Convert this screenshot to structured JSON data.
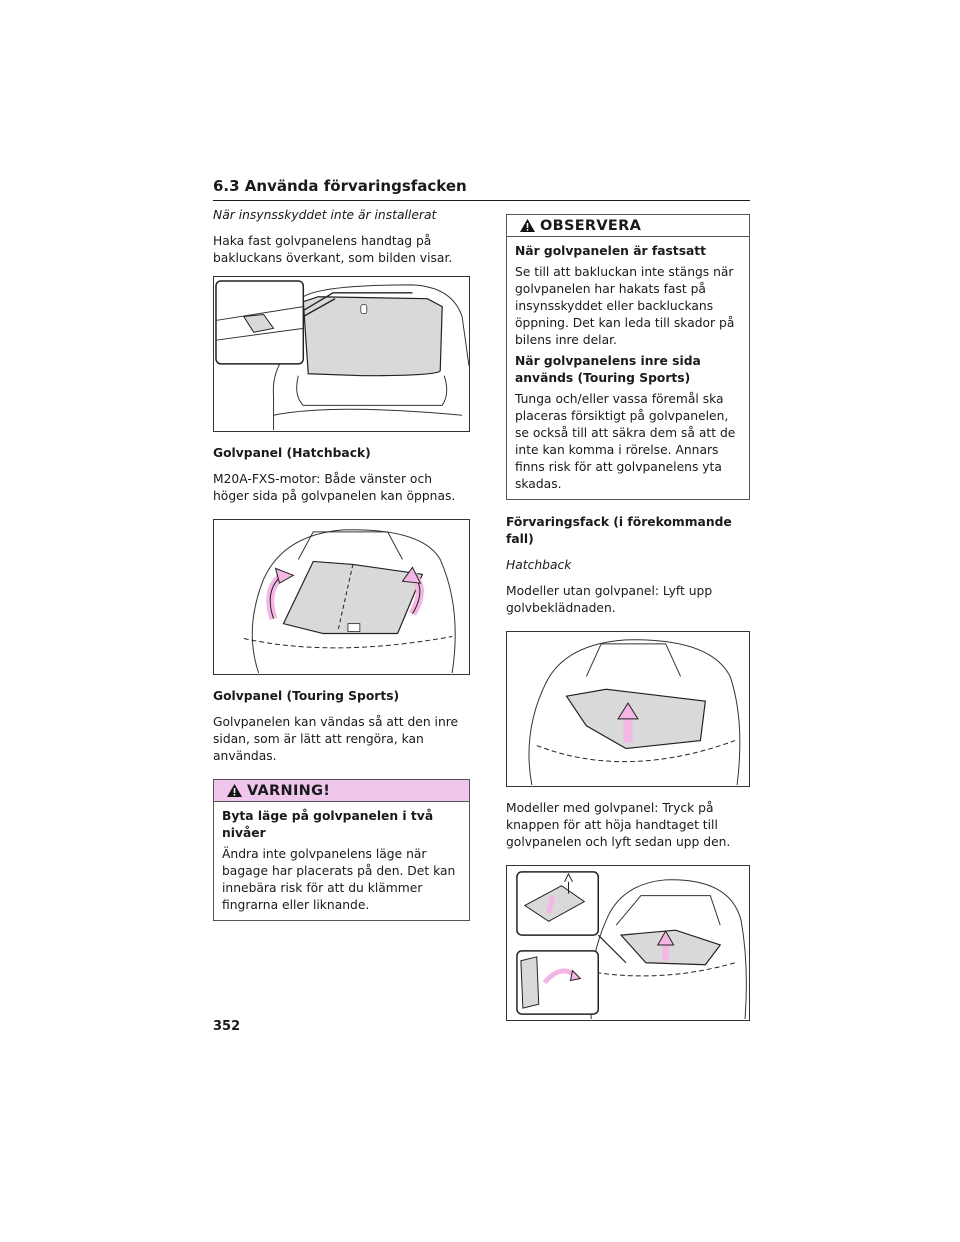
{
  "header": {
    "title": "6.3 Använda förvaringsfacken"
  },
  "left": {
    "p1": "När insynsskyddet inte är installerat",
    "p2": "Haka fast golvpanelens handtag på bakluckans överkant, som bilden visar.",
    "h1": "Golvpanel (Hatchback)",
    "p3": "M20A-FXS-motor: Både vänster och höger sida på golvpanelen kan öppnas.",
    "h2": "Golvpanel (Touring Sports)",
    "p4": "Golvpanelen kan vändas så att den inre sidan, som är lätt att rengöra, kan användas.",
    "warning": {
      "title": "VARNING!",
      "subtitle": "Byta läge på golvpanelen i två nivåer",
      "text": "Ändra inte golvpanelens läge när bagage har placerats på den. Det kan innebära risk för att du klämmer fingrarna eller liknande."
    }
  },
  "right": {
    "notice": {
      "title": "OBSERVERA",
      "h1": "När golvpanelen är fastsatt",
      "p1": "Se till att bakluckan inte stängs när golvpanelen har hakats fast på insynsskyddet eller backluckans öppning. Det kan leda till skador på bilens inre delar.",
      "h2": "När golvpanelens inre sida används (Touring Sports)",
      "p2": "Tunga och/eller vassa föremål ska placeras försiktigt på golvpanelen, se också till att säkra dem så att de inte kan komma i rörelse. Annars finns risk för att golvpanelens yta skadas."
    },
    "h1": "Förvaringsfack (i förekommande fall)",
    "sub1": "Hatchback",
    "p1": "Modeller utan golvpanel: Lyft upp golvbeklädnaden.",
    "p2": "Modeller med golvpanel: Tryck på knappen för att höja handtaget till golvpanelen och lyft sedan upp den."
  },
  "page_number": "352",
  "colors": {
    "warning_bg": "#f0c6ec",
    "arrow_pink": "#f4b6e4",
    "panel_gray": "#d9d9d9"
  }
}
